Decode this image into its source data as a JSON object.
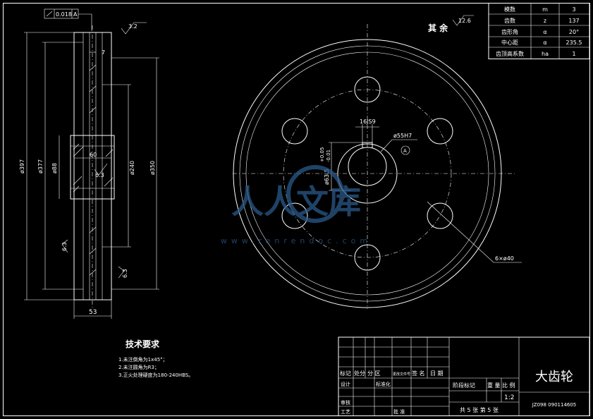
{
  "drawing": {
    "flatness_tol": "0.018",
    "datum_ref": "A",
    "datum_mark": "A",
    "rough_top": "3.2",
    "rough_remain": "12.6",
    "remain_label": "其 余",
    "dim_7": "7",
    "dim_60": "60",
    "dim_53": "53",
    "dim_63a": "6.3",
    "dim_63b": "6.3",
    "dim_63c": "6.3",
    "dim_d397": "ø397",
    "dim_d377": "ø377",
    "dim_d88": "ø88",
    "dim_d240": "ø240",
    "dim_d350": "ø350",
    "keyway_width": "16JS9",
    "bore": "ø55H7",
    "bore_depth": "ø63.5",
    "bore_tol_upper": "+0.05",
    "bore_tol_lower": "-0.01",
    "holes": "6×ø40"
  },
  "params_table": [
    {
      "name": "模数",
      "sym": "m",
      "val": "3"
    },
    {
      "name": "齿数",
      "sym": "z",
      "val": "137"
    },
    {
      "name": "齿形角",
      "sym": "α",
      "val": "20°"
    },
    {
      "name": "中心距",
      "sym": "α",
      "val": "235.5"
    },
    {
      "name": "齿顶高系数",
      "sym": "ha",
      "val": "1"
    }
  ],
  "tech_req": {
    "title": "技术要求",
    "items": [
      "1.未注倒角为1x45°；",
      "2.未注圆角为R3；",
      "3.正火处理硬度为180-240HBS。"
    ]
  },
  "title_block": {
    "hdr_1": "标记",
    "hdr_2": "处分",
    "hdr_3": "分 区",
    "hdr_4": "更改文件号",
    "hdr_5": "签 名",
    "hdr_6": "日 期",
    "design": "设计",
    "standard": "标准化",
    "review": "审核",
    "process": "工艺",
    "approve": "批 准",
    "stage_mark": "阶段标记",
    "weight": "重 量",
    "scale_label": "比 例",
    "scale": "1:2",
    "sheets": "共 5 张 第 5 张",
    "part_name": "大齿轮",
    "drawing_no": "JZ098 090114605"
  },
  "watermark": {
    "text": "人人文库",
    "url": "www.renrendoc.com"
  }
}
